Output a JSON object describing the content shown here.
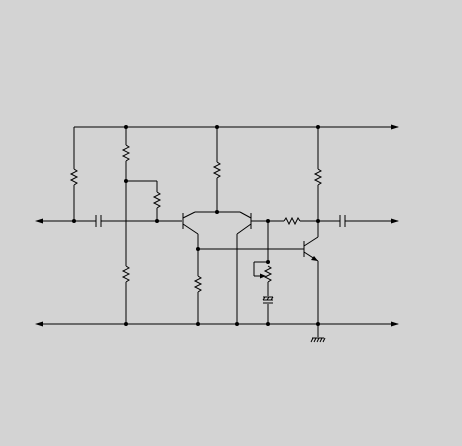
{
  "diagram": {
    "kind": "circuit-schematic",
    "background_color": "#d3d3d3",
    "line_color": "#000000",
    "components": {
      "resistors": 8,
      "variable_resistors": 1,
      "capacitors": 2,
      "transistors": 3,
      "ground_symbols": 2
    }
  }
}
